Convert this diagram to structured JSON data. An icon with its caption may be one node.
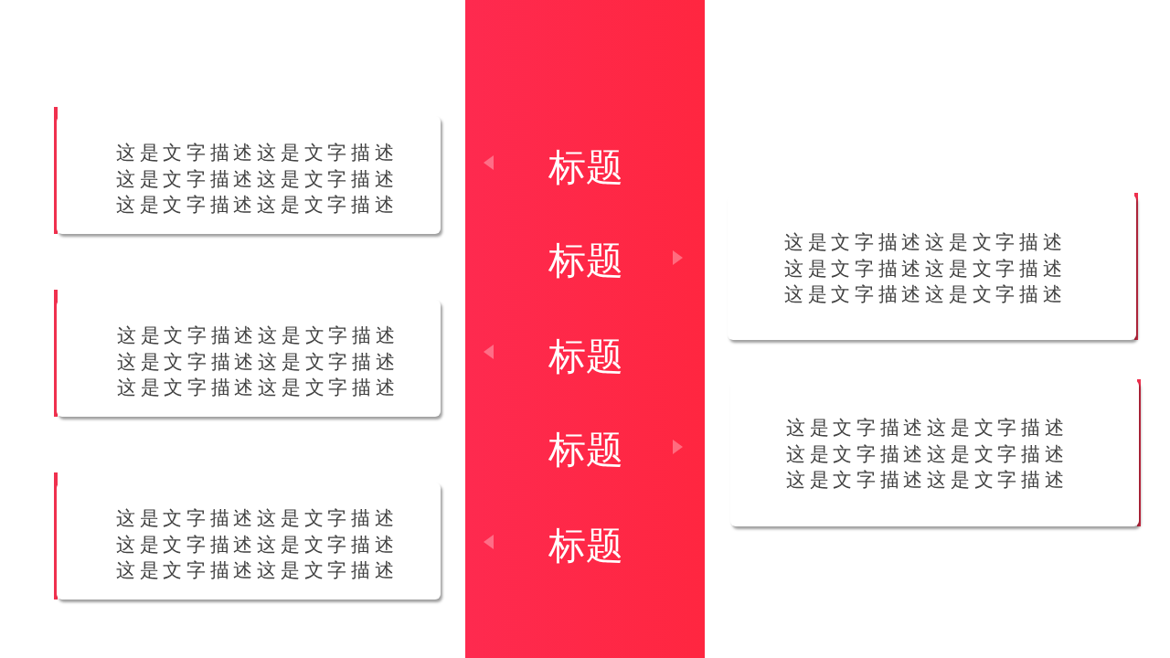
{
  "diagram": {
    "nodes": [
      {
        "text": [
          "这是文字描述这是文字描述这是文字描述这是文字描述这是文字描述这是文字描述"
        ]
      },
      {
        "text": [
          "这是文字描述这是文字描述这是文字描述这是文字描述这是文字描述这是文字描述"
        ]
      },
      {
        "text": [
          "这是文字描述这是文字描述这是文字描述这是文字描述这是文字描述这是文字描述"
        ]
      },
      {
        "text": [
          "标题",
          "标题",
          "标题",
          "标题",
          "标题"
        ]
      },
      {
        "text": [
          "这是文字描述这是文字描述这是文字描述这是文字描述这是文字描述这是文字描述"
        ]
      },
      {
        "text": [
          "这是文字描述这是文字描述这是文字描述这是文字描述这是文字描述这是文字描述"
        ]
      }
    ]
  }
}
